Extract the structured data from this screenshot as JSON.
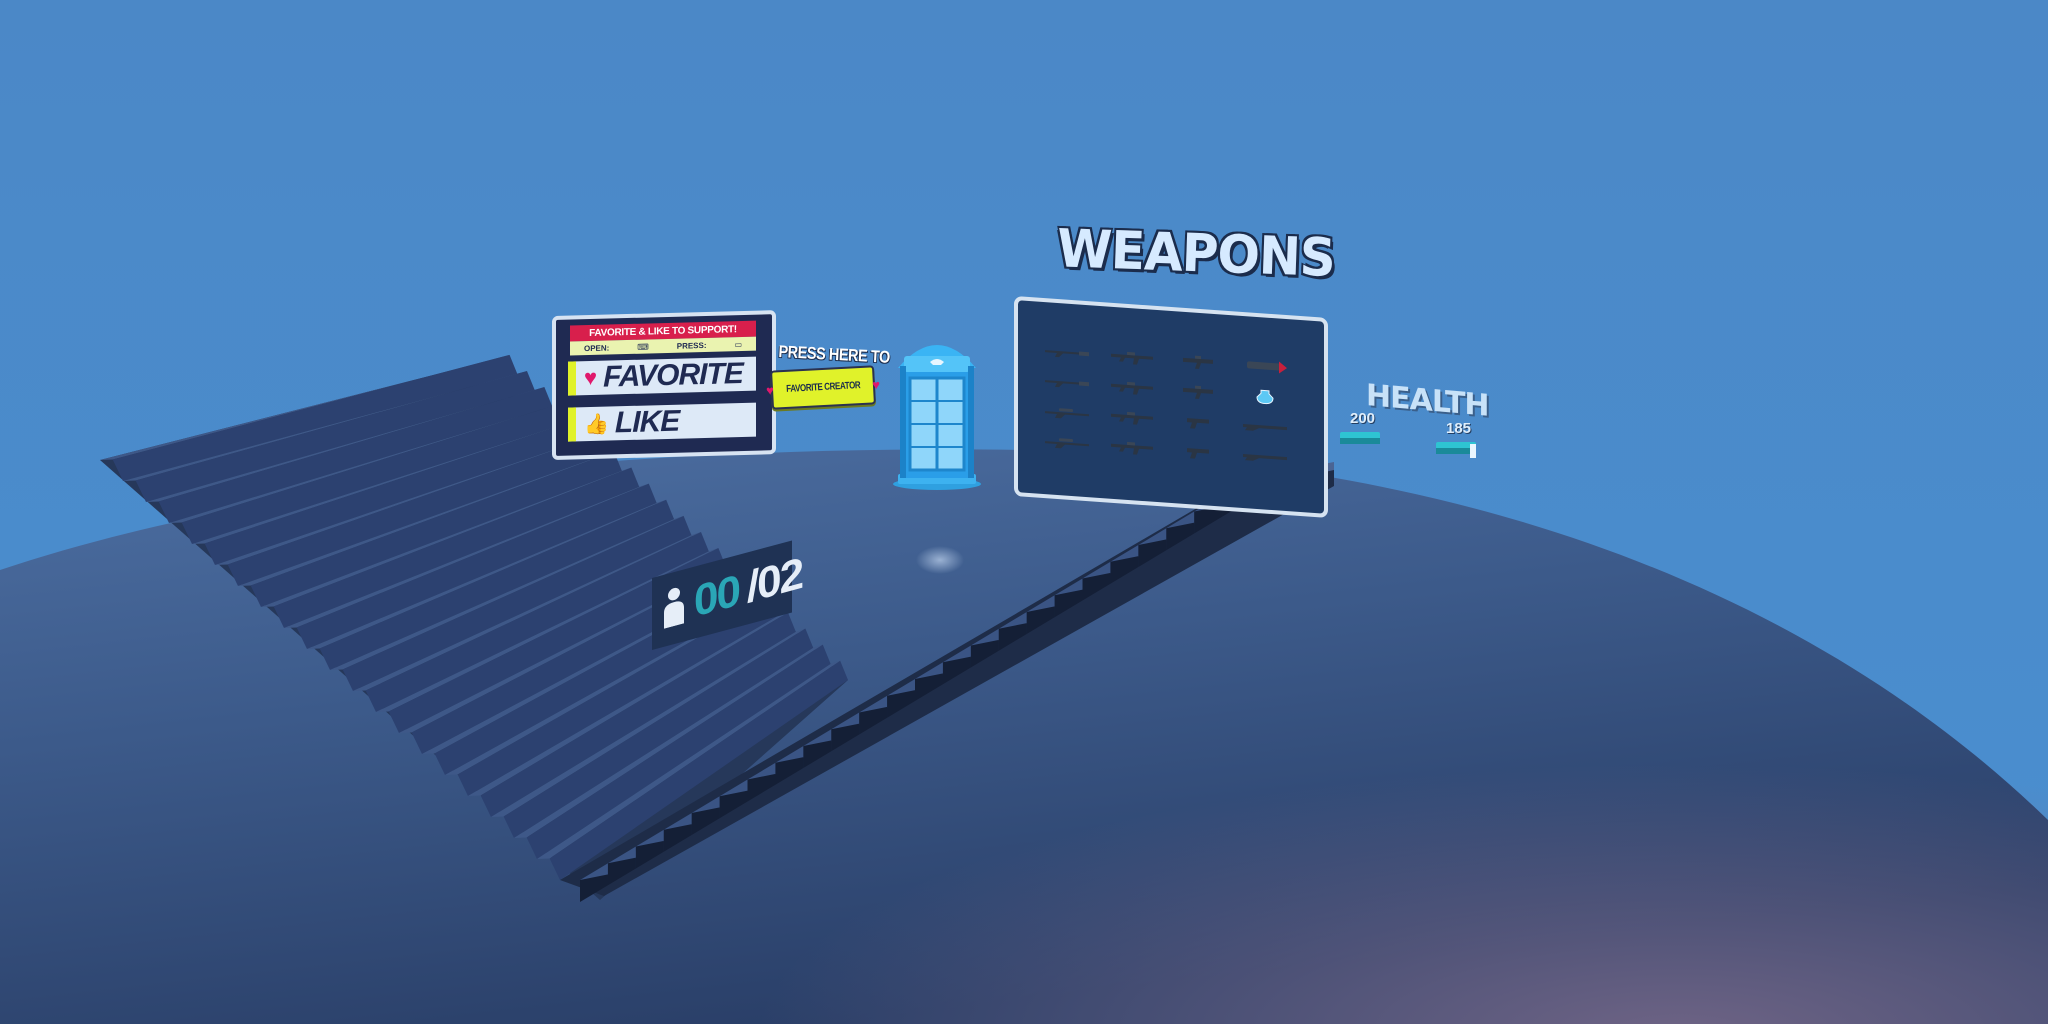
{
  "support_board": {
    "header": "FAVORITE & LIKE TO SUPPORT!",
    "open_label": "OPEN:",
    "press_label": "PRESS:",
    "favorite_label": "FAVORITE",
    "like_label": "LIKE"
  },
  "press_here": {
    "title": "PRESS HERE TO",
    "button_label": "FAVORITE CREATOR"
  },
  "weapons_board": {
    "title": "WEAPONS",
    "items": [
      {
        "icon": "shotgun-icon"
      },
      {
        "icon": "assault-rifle-icon"
      },
      {
        "icon": "smg-icon"
      },
      {
        "icon": "launcher-icon"
      },
      {
        "icon": "shotgun-icon"
      },
      {
        "icon": "assault-rifle-icon"
      },
      {
        "icon": "smg-icon"
      },
      {
        "icon": "shield-potion-icon"
      },
      {
        "icon": "sniper-rifle-icon"
      },
      {
        "icon": "assault-rifle-icon"
      },
      {
        "icon": "pistol-icon"
      },
      {
        "icon": "rifle-icon"
      },
      {
        "icon": "sniper-rifle-icon"
      },
      {
        "icon": "assault-rifle-icon"
      },
      {
        "icon": "pistol-icon"
      },
      {
        "icon": "rifle-icon"
      }
    ]
  },
  "health": {
    "title": "HEALTH",
    "left_value": "200",
    "right_value": "185"
  },
  "player_counter": {
    "current": "00",
    "total": "/02"
  },
  "colors": {
    "sky": "#4a8ac8",
    "ground": "#34507a",
    "accent_yellow": "#e0f22a",
    "accent_pink": "#e0186c",
    "accent_teal": "#2aa6b6"
  }
}
